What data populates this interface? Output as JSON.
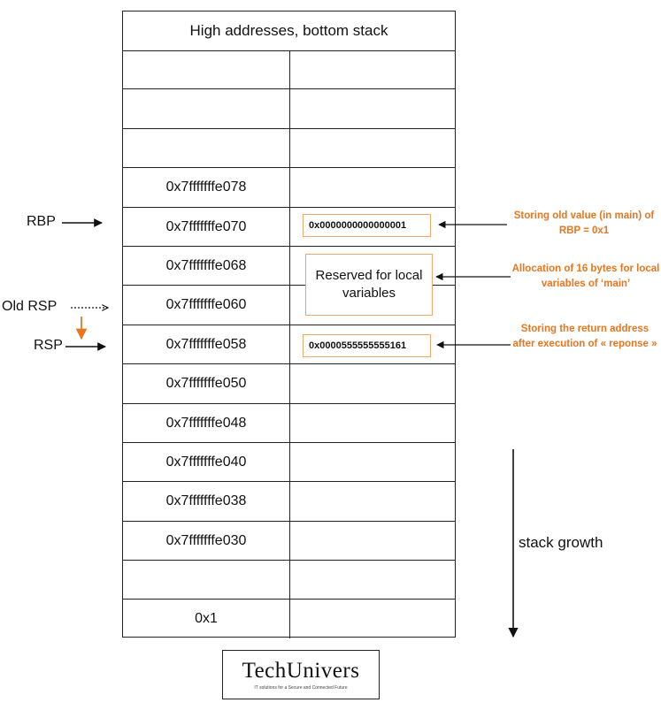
{
  "header": "High addresses, bottom stack",
  "rows": [
    "",
    "",
    "",
    "0x7fffffffe078",
    "0x7fffffffe070",
    "0x7fffffffe068",
    "0x7fffffffe060",
    "0x7fffffffe058",
    "0x7fffffffe050",
    "0x7fffffffe048",
    "0x7fffffffe040",
    "0x7fffffffe038",
    "0x7fffffffe030",
    "",
    "0x1"
  ],
  "labels": {
    "rbp": "RBP",
    "old_rsp": "Old RSP",
    "rsp": "RSP"
  },
  "values": {
    "rbp_value": "0x0000000000000001",
    "ret_value": "0x0000555555555161"
  },
  "reserved": "Reserved for local variables",
  "notes": {
    "old_rbp": "Storing old value (in main) of RBP = 0x1",
    "alloc": "Allocation of 16 bytes for local variables of ‘main’",
    "ret_addr": "Storing the return address after execution of « reponse »"
  },
  "growth": "stack growth",
  "logo": {
    "brand": "TechUnivers",
    "tagline": "IT solutions for a Secure and Connected Future"
  },
  "colors": {
    "accent": "#e8761e",
    "box_border": "#f0a868",
    "line": "#222222"
  }
}
